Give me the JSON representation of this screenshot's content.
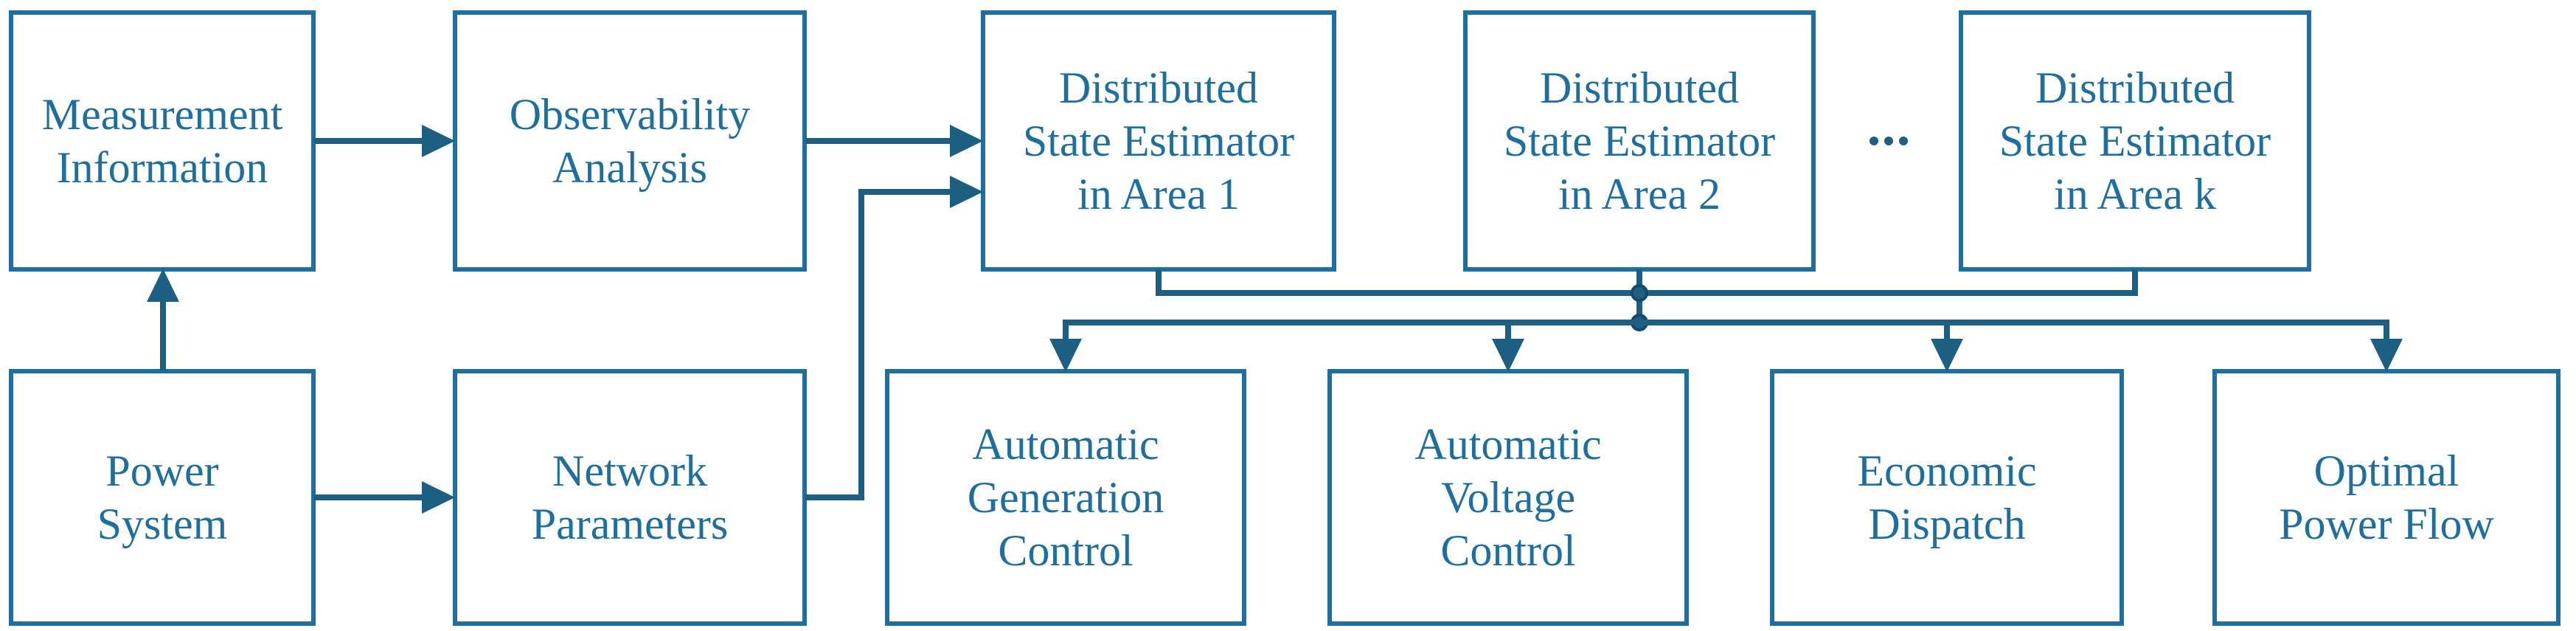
{
  "diagram": {
    "background_color": "#ffffff",
    "colors": {
      "box_border": "#1c6f9e",
      "box_fill": "#ffffff",
      "text": "#1f6f9e",
      "connector": "#1d5f82"
    },
    "ellipsis": "···",
    "boxes": [
      {
        "id": "measurement-information",
        "lines": [
          "Measurement",
          "Information"
        ]
      },
      {
        "id": "observability-analysis",
        "lines": [
          "Observability",
          "Analysis"
        ]
      },
      {
        "id": "dse-area-1",
        "lines": [
          "Distributed",
          "State Estimator",
          "in Area 1"
        ]
      },
      {
        "id": "dse-area-2",
        "lines": [
          "Distributed",
          "State Estimator",
          "in Area 2"
        ]
      },
      {
        "id": "dse-area-k",
        "lines": [
          "Distributed",
          "State Estimator",
          "in Area k"
        ]
      },
      {
        "id": "power-system",
        "lines": [
          "Power",
          "System"
        ]
      },
      {
        "id": "network-parameters",
        "lines": [
          "Network",
          "Parameters"
        ]
      },
      {
        "id": "automatic-generation-control",
        "lines": [
          "Automatic",
          "Generation",
          "Control"
        ]
      },
      {
        "id": "automatic-voltage-control",
        "lines": [
          "Automatic",
          "Voltage",
          "Control"
        ]
      },
      {
        "id": "economic-dispatch",
        "lines": [
          "Economic",
          "Dispatch"
        ]
      },
      {
        "id": "optimal-power-flow",
        "lines": [
          "Optimal",
          "Power Flow"
        ]
      }
    ]
  }
}
